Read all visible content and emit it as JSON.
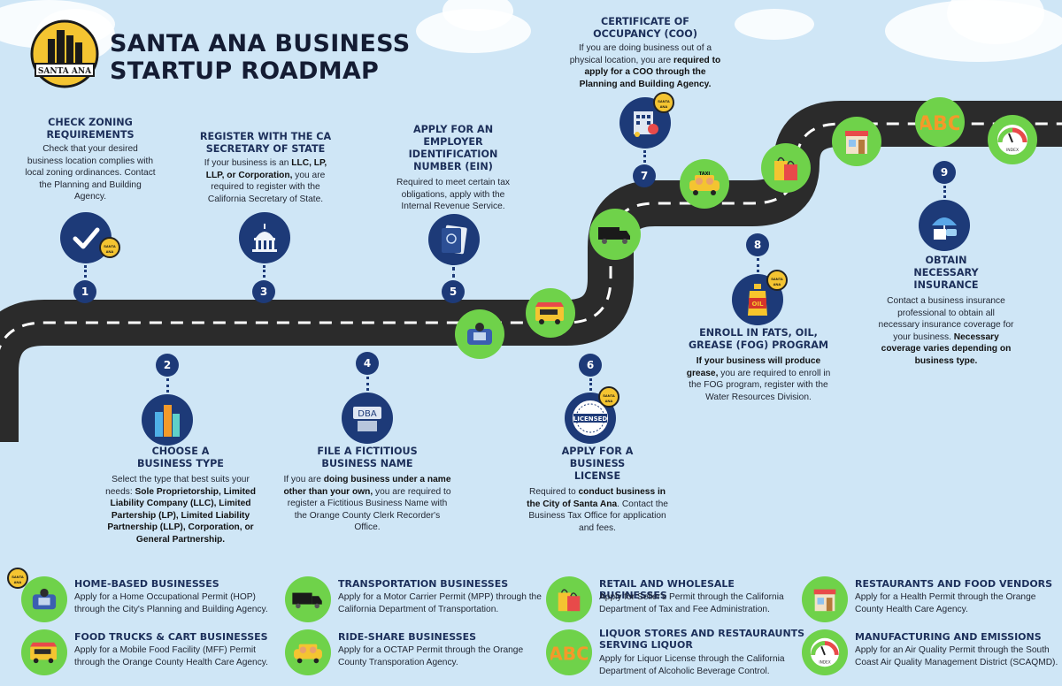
{
  "header": {
    "logo_text": "SANTA ANA",
    "title_line1": "SANTA ANA BUSINESS",
    "title_line2": "STARTUP ROADMAP"
  },
  "badge_text": "SANTA ANA",
  "steps": [
    {
      "number": "1",
      "title": "CHECK ZONING REQUIREMENTS",
      "text": "Check that your desired business location complies with local zoning ordinances. Contact the Planning and Building Agency.",
      "icon": "checkmark-icon"
    },
    {
      "number": "2",
      "title": "CHOOSE A BUSINESS TYPE",
      "text_a": "Select the type that best suits your needs: ",
      "text_b": "Sole Proprietorship, Limited Liability Company (LLC), Limited Partership (LP), Limited Liability Partnership (LLP), Corporation, or General Partnership.",
      "icon": "buildings-icon"
    },
    {
      "number": "3",
      "title": "REGISTER WITH THE CA SECRETARY OF STATE",
      "text_a": "If your business is an ",
      "text_b": "LLC, LP, LLP, or Corporation,",
      "text_c": " you are required to register with the California Secretary of State.",
      "icon": "capitol-icon"
    },
    {
      "number": "4",
      "title": "FILE A FICTITIOUS BUSINESS NAME",
      "text_a": "If you are ",
      "text_b": "doing business under a name other than your own,",
      "text_c": " you are required to register a Fictitious Business Name with the Orange County Clerk Recorder's Office.",
      "icon": "dba-icon",
      "icon_label": "DBA"
    },
    {
      "number": "5",
      "title": "APPLY FOR AN EMPLOYER IDENTIFICATION NUMBER (EIN)",
      "text": "Required to meet certain tax obligations, apply with the Internal Revenue Service.",
      "icon": "passport-icon"
    },
    {
      "number": "6",
      "title": "APPLY FOR A BUSINESS LICENSE",
      "text_a": "Required to ",
      "text_b": "conduct business in the City of Santa Ana",
      "text_c": ". Contact the Business Tax Office for application and fees.",
      "icon": "licensed-stamp-icon",
      "icon_label": "LICENSED"
    },
    {
      "number": "7",
      "title": "CERTIFICATE OF OCCUPANCY (COO)",
      "text_a": "If you are doing business out of a physical location, you are ",
      "text_b": "required to apply for a COO through the Planning and Building Agency.",
      "icon": "building-permit-icon"
    },
    {
      "number": "8",
      "title": "ENROLL IN FATS, OIL, GREASE (FOG) PROGRAM",
      "text_a": "If your business will produce grease,",
      "text_b": " you are required to enroll in the FOG program, register with the Water Resources Division.",
      "icon": "oil-bottle-icon",
      "icon_label": "OIL"
    },
    {
      "number": "9",
      "title": "OBTAIN NECESSARY INSURANCE",
      "text_a": "Contact a business insurance professional to obtain all necessary insurance coverage for your business. ",
      "text_b": "Necessary coverage varies depending on business type.",
      "icon": "umbrella-insurance-icon"
    }
  ],
  "road_icons": {
    "gauge_label": "INDEX",
    "abc_label": "ABC",
    "taxi_label": "TAXI"
  },
  "legend": [
    {
      "title": "HOME-BASED BUSINESSES",
      "text": "Apply for a Home Occupational Permit (HOP) through the City's Planning and Building Agency.",
      "icon": "home-office-icon"
    },
    {
      "title": "TRANSPORTATION BUSINESSES",
      "text": "Apply for a Motor Carrier Permit (MPP) through the California Department of Transportation.",
      "icon": "truck-icon"
    },
    {
      "title": "RETAIL AND WHOLESALE BUSINESSES",
      "text": "Apply for Seller's Permit through the California Department of Tax and Fee Administration.",
      "icon": "shopping-bags-icon"
    },
    {
      "title": "RESTAURANTS AND FOOD VENDORS",
      "text": "Apply for a Health Permit through the Orange County Health Care Agency.",
      "icon": "storefront-icon"
    },
    {
      "title": "FOOD TRUCKS & CART BUSINESSES",
      "text": "Apply for a Mobile Food Facility (MFF) Permit through the Orange County Health Care Agency.",
      "icon": "food-truck-icon"
    },
    {
      "title": "RIDE-SHARE BUSINESSES",
      "text": "Apply for a OCTAP Permit through the Orange County Transporation Agency.",
      "icon": "taxi-icon"
    },
    {
      "title": "LIQUOR STORES AND RESTAURAUNTS SERVING LIQUOR",
      "text": "Apply for Liquor License through the California Department of Alcoholic Beverage Control.",
      "icon": "abc-icon"
    },
    {
      "title": "MANUFACTURING AND EMISSIONS",
      "text": "Apply for an Air Quality Permit through the South Coast Air Quality Management District (SCAQMD).",
      "icon": "air-quality-gauge-icon"
    }
  ],
  "colors": {
    "sky": "#cfe6f6",
    "road": "#2b2b2b",
    "navy": "#1d3a78",
    "green": "#6fd24a"
  }
}
